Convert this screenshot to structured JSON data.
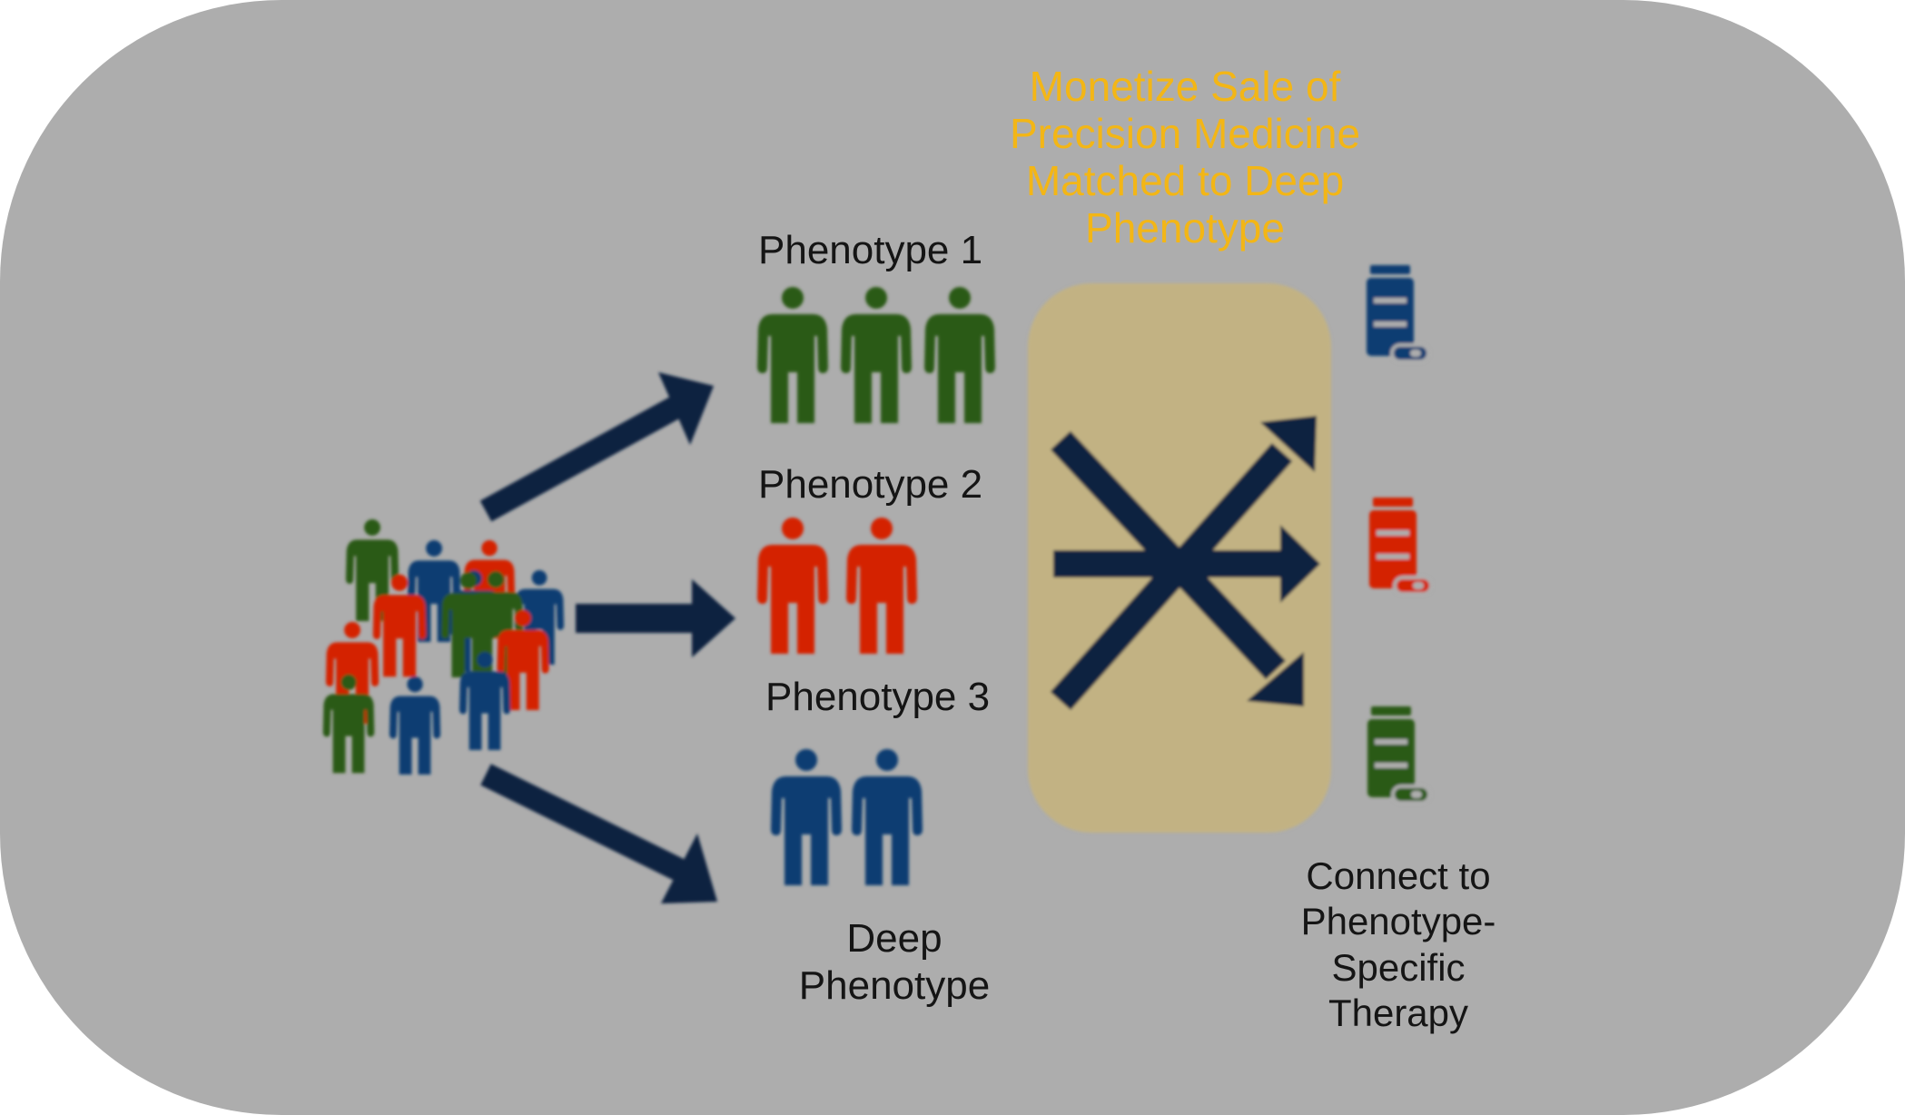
{
  "colors": {
    "background": "#adadad",
    "arrow": "#0c2040",
    "box": "#c2b283",
    "monetize_text": "#f3b616",
    "green": "#2c5a16",
    "red": "#d42000",
    "blue": "#0c3c72"
  },
  "labels": {
    "phenotype_1": "Phenotype 1",
    "phenotype_2": "Phenotype 2",
    "phenotype_3": "Phenotype 3",
    "deep_phenotype_line1": "Deep",
    "deep_phenotype_line2": "Phenotype",
    "monetize_line1": "Monetize Sale of",
    "monetize_line2": "Precision Medicine",
    "monetize_line3": "Matched to Deep",
    "monetize_line4": "Phenotype",
    "connect_line1": "Connect to",
    "connect_line2": "Phenotype-",
    "connect_line3": "Specific",
    "connect_line4": "Therapy"
  },
  "icons": {
    "person": "person-icon",
    "medicine": "medicine-bottle-icon"
  }
}
